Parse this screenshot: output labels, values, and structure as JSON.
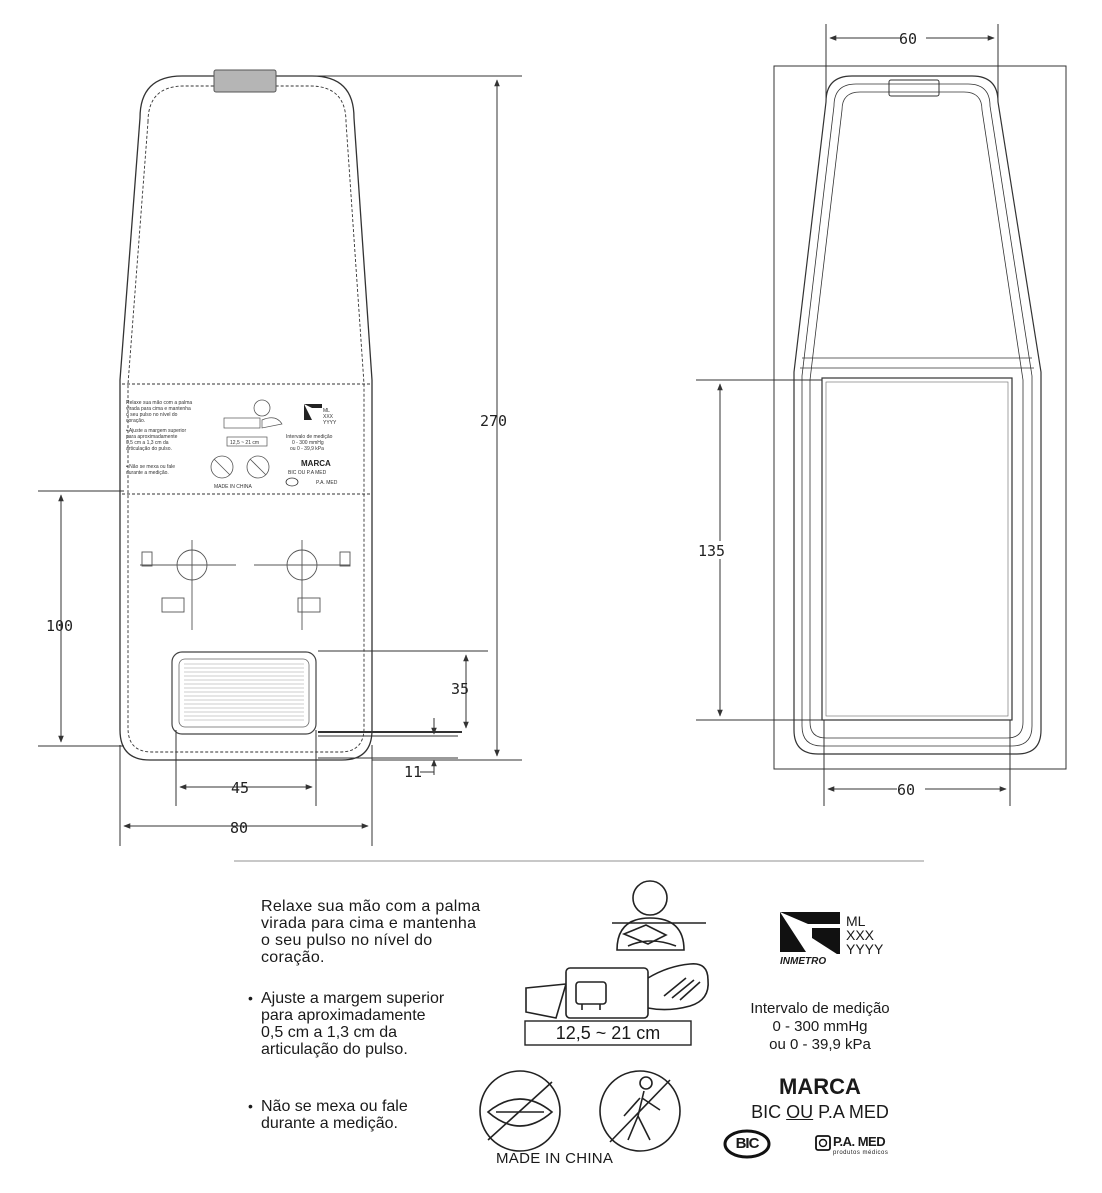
{
  "dimensions": {
    "left_top_width": "",
    "left_height_total": "270",
    "left_lower_height": "100",
    "left_pad_height": "35",
    "left_bottom_gap": "11",
    "left_pad_width": "45",
    "left_total_width": "80",
    "right_top_width": "60",
    "right_window_height": "135",
    "right_bottom_width": "60"
  },
  "label": {
    "instruction_1": [
      "Relaxe sua mão com a palma",
      "virada para cima e mantenha",
      "o seu pulso no nível do",
      "coração."
    ],
    "instruction_2": [
      "Ajuste a margem superior",
      "para aproximadamente",
      "0,5 cm a 1,3 cm da",
      "articulação do pulso."
    ],
    "instruction_3": [
      "Não se mexa ou fale",
      "durante a medição."
    ],
    "size_range": "12,5 ~ 21 cm",
    "inmetro_codes": [
      "ML",
      "XXX",
      "YYYY"
    ],
    "inmetro_brand": "INMETRO",
    "range_title": "Intervalo de medição",
    "range_mmhg": "0 - 300 mmHg",
    "range_kpa": "ou 0 - 39,9 kPa",
    "brand_title": "MARCA",
    "brand_pre": "BIC ",
    "brand_ou": "OU",
    "brand_post": " P.A MED",
    "made_in": "MADE IN CHINA",
    "bic_logo": "BIC",
    "pamed_logo": "P.A. MED",
    "pamed_sub": "produtos médicos"
  },
  "small_label": {
    "instruction_1": "Relaxe sua mão com a palma virada para cima e mantenha o seu pulso no nível do coração.",
    "instruction_2": "Ajuste a margem superior para aproximadamente 0,5 cm a 1,3 cm da articulação do pulso.",
    "instruction_3": "Não se mexa ou fale durante a medição.",
    "range": "Intervalo de medição 0 - 300 mmHg ou 0 - 39,9 kPa",
    "brand": "MARCA",
    "brand_line": "BIC OU P.A MED",
    "made_in": "MADE IN CHINA"
  },
  "colors": {
    "line": "#333333",
    "rule": "#c8c8c8",
    "buckle": "#b5b5b5"
  }
}
